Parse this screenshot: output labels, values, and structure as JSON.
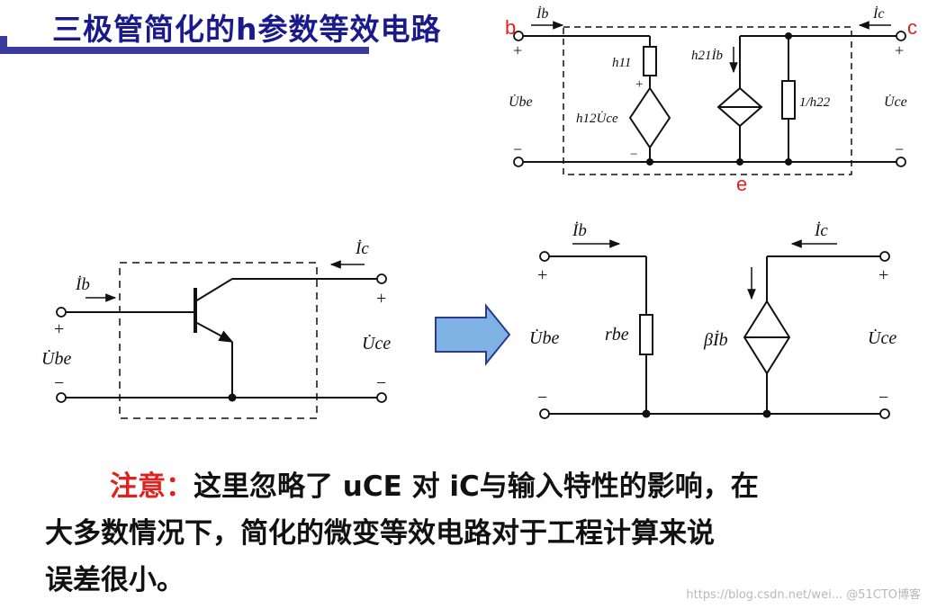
{
  "title": "三极管简化的h参数等效电路",
  "top_circuit": {
    "label_b": "b",
    "label_c": "c",
    "label_e": "e",
    "ib": "İb",
    "ic": "İc",
    "plus_left": "+",
    "plus_right": "+",
    "minus_left": "−",
    "minus_right": "−",
    "ube": "U̇be",
    "uce": "U̇ce",
    "h11": "h11",
    "h12uce": "h12U̇ce",
    "h21ib": "h21İb",
    "h22": "1/h22",
    "src_plus": "+",
    "src_minus": "−"
  },
  "left_circuit": {
    "ib": "İb",
    "ic": "İc",
    "plus_left": "+",
    "plus_right": "+",
    "minus_left": "−",
    "minus_right": "−",
    "ube": "U̇be",
    "uce": "U̇ce"
  },
  "right_circuit": {
    "ib": "İb",
    "ic": "İc",
    "plus_left": "+",
    "plus_right": "+",
    "minus_left": "−",
    "minus_right": "−",
    "ube": "U̇be",
    "uce": "U̇ce",
    "rbe": "rbe",
    "beta_ib": "βİb"
  },
  "note": {
    "lead": "注意：",
    "line1": "这里忽略了 uCE 对 iC与输入特性的影响，在",
    "line2": "大多数情况下，简化的微变等效电路对于工程计算来说",
    "line3": "误差很小。"
  },
  "watermark": "https://blog.csdn.net/wei... @51CTO博客",
  "colors": {
    "title": "#1a1a8c",
    "accent_red": "#e0221f",
    "arrow_fill": "#7fb3e6",
    "arrow_stroke": "#2b3a8f"
  }
}
